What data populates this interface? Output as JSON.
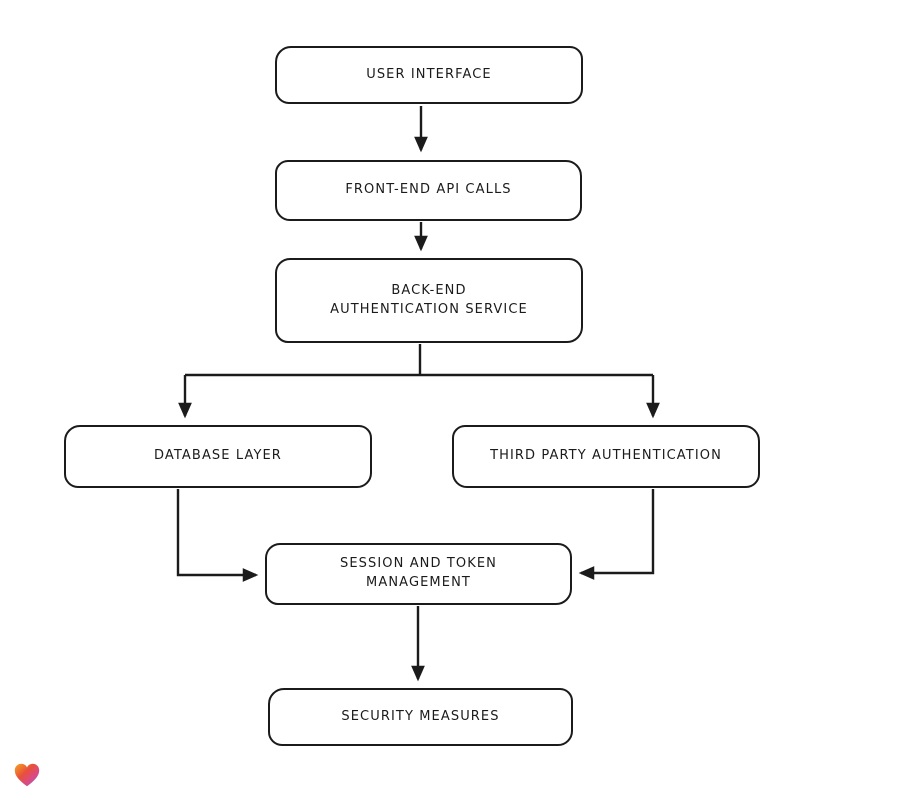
{
  "diagram": {
    "type": "flowchart",
    "colors": {
      "node_fill": "#ffffff",
      "node_stroke": "#1b1b1b",
      "edge_stroke": "#1b1b1b",
      "background": "#ffffff"
    },
    "nodes": [
      {
        "id": "user-interface",
        "label": "USER INTERFACE"
      },
      {
        "id": "front-end-api-calls",
        "label": "FRONT-END API CALLS"
      },
      {
        "id": "back-end-auth-service",
        "label": "BACK-END AUTHENTICATION SERVICE"
      },
      {
        "id": "database-layer",
        "label": "DATABASE LAYER"
      },
      {
        "id": "third-party-authentication",
        "label": "THIRD PARTY AUTHENTICATION"
      },
      {
        "id": "session-token-management",
        "label": "SESSION AND TOKEN MANAGEMENT"
      },
      {
        "id": "security-measures",
        "label": "SECURITY MEASURES"
      }
    ],
    "edges": [
      {
        "from": "user-interface",
        "to": "front-end-api-calls"
      },
      {
        "from": "front-end-api-calls",
        "to": "back-end-auth-service"
      },
      {
        "from": "back-end-auth-service",
        "to": "database-layer"
      },
      {
        "from": "back-end-auth-service",
        "to": "third-party-authentication"
      },
      {
        "from": "database-layer",
        "to": "session-token-management"
      },
      {
        "from": "third-party-authentication",
        "to": "session-token-management"
      },
      {
        "from": "session-token-management",
        "to": "security-measures"
      }
    ]
  },
  "logo": {
    "name": "heart-logo",
    "colors": [
      "#f5a623",
      "#e8503a",
      "#d94a8c",
      "#4a7bd9"
    ]
  }
}
